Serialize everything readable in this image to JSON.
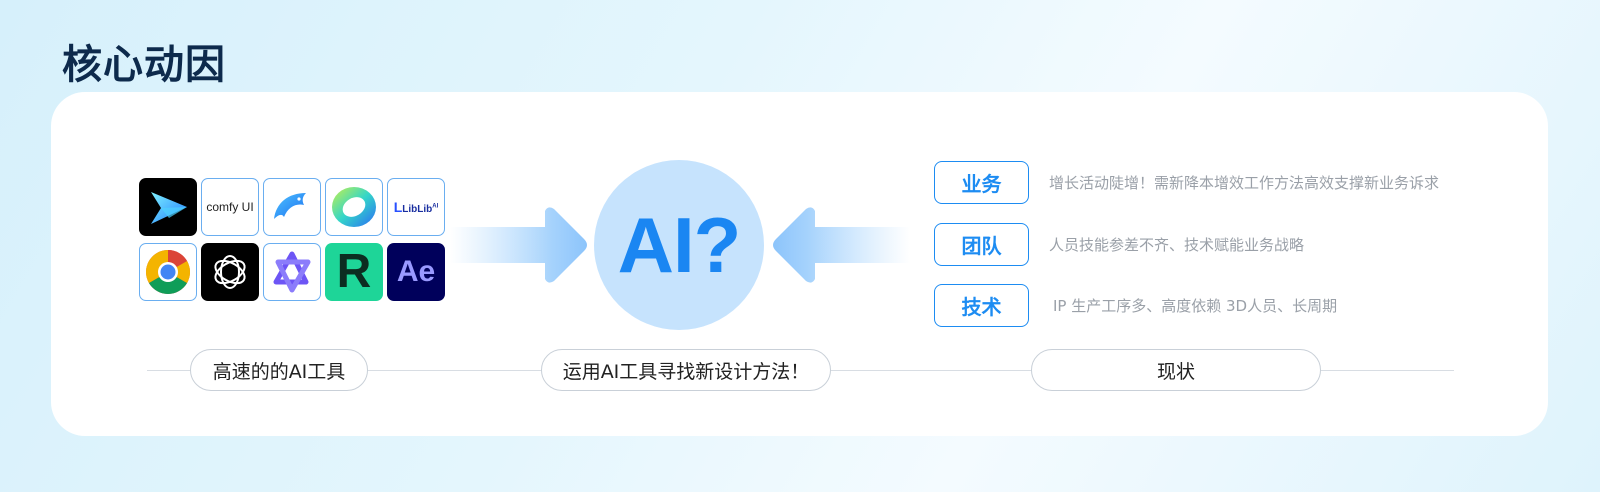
{
  "page": {
    "title": "核心动因"
  },
  "tools": {
    "apps": [
      {
        "name": "app-1-icon"
      },
      {
        "name": "comfy-ui-icon",
        "label": "comfy UI"
      },
      {
        "name": "dolphin-icon"
      },
      {
        "name": "ring-icon"
      },
      {
        "name": "liblib-icon",
        "label": "LibLib",
        "sup": "AI"
      },
      {
        "name": "chrome-icon"
      },
      {
        "name": "openai-knot-icon"
      },
      {
        "name": "star-knot-icon"
      },
      {
        "name": "r-letter-icon",
        "label": "R"
      },
      {
        "name": "after-effects-icon",
        "label": "Ae"
      }
    ],
    "caption": "高速的的AI工具"
  },
  "center": {
    "ai_text": "AI?",
    "caption": "运用AI工具寻找新设计方法！"
  },
  "status": {
    "items": [
      {
        "tag": "业务",
        "desc": "增长活动陡增！需新降本增效工作方法高效支撑新业务诉求"
      },
      {
        "tag": "团队",
        "desc": "人员技能参差不齐、技术赋能业务战略"
      },
      {
        "tag": "技术",
        "desc": "IP 生产工序多、高度依赖 3D人员、长周期"
      }
    ],
    "caption": "现状"
  },
  "colors": {
    "accent": "#1d8cf2",
    "title": "#0d2a4c",
    "circle": "#c6e3fd"
  }
}
